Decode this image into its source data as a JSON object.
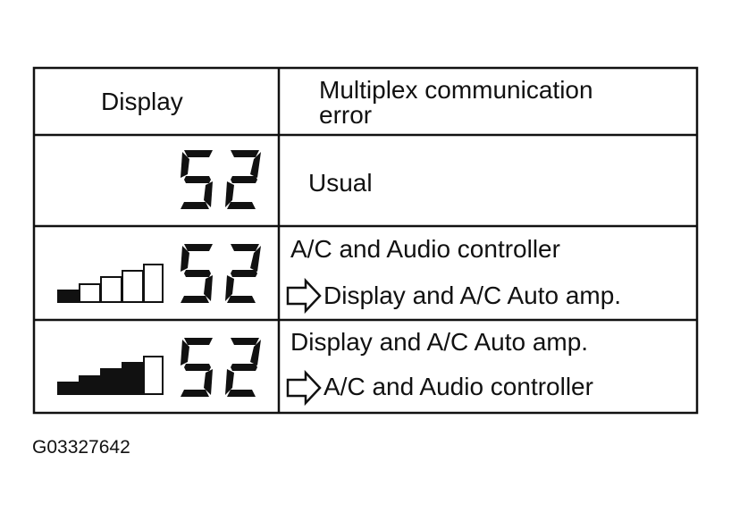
{
  "table": {
    "headers": {
      "display": "Display",
      "error_line1": "Multiplex communication",
      "error_line2": "error"
    },
    "rows": [
      {
        "code": "52",
        "bars_filled": 0,
        "bars_total": 0,
        "error_lines": [
          {
            "arrow": false,
            "text": "Usual"
          }
        ]
      },
      {
        "code": "52",
        "bars_filled": 1,
        "bars_total": 5,
        "error_lines": [
          {
            "arrow": false,
            "text": "A/C and Audio controller"
          },
          {
            "arrow": true,
            "text": "Display and A/C Auto amp."
          }
        ]
      },
      {
        "code": "52",
        "bars_filled": 4,
        "bars_total": 5,
        "error_lines": [
          {
            "arrow": false,
            "text": "Display and A/C Auto amp."
          },
          {
            "arrow": true,
            "text": "A/C and Audio controller"
          }
        ]
      }
    ]
  },
  "figure_id": "G03327642",
  "icons": {
    "arrow": "right-arrow-outline-icon",
    "segment_display": "seven-segment-digit-icon",
    "signal_bars": "signal-strength-bars-icon"
  },
  "colors": {
    "ink": "#111111",
    "background": "#ffffff"
  }
}
